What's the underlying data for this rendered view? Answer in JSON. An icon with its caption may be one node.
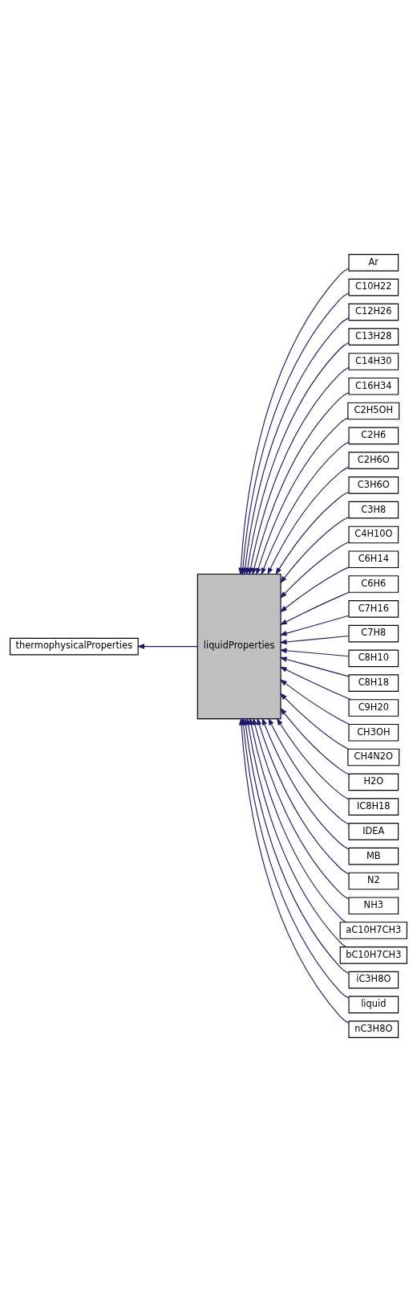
{
  "diagram": {
    "nodes": [
      {
        "text": [
          "thermophysicalProperties"
        ]
      },
      {
        "text": [
          "liquidProperties"
        ]
      },
      {
        "text": [
          "Ar"
        ]
      },
      {
        "text": [
          "C10H22"
        ]
      },
      {
        "text": [
          "C12H26"
        ]
      },
      {
        "text": [
          "C13H28"
        ]
      },
      {
        "text": [
          "C14H30"
        ]
      },
      {
        "text": [
          "C16H34"
        ]
      },
      {
        "text": [
          "C2H5OH"
        ]
      },
      {
        "text": [
          "C2H6"
        ]
      },
      {
        "text": [
          "C2H6O"
        ]
      },
      {
        "text": [
          "C3H6O"
        ]
      },
      {
        "text": [
          "C3H8"
        ]
      },
      {
        "text": [
          "C4H10O"
        ]
      },
      {
        "text": [
          "C6H14"
        ]
      },
      {
        "text": [
          "C6H6"
        ]
      },
      {
        "text": [
          "C7H16"
        ]
      },
      {
        "text": [
          "C7H8"
        ]
      },
      {
        "text": [
          "C8H10"
        ]
      },
      {
        "text": [
          "C8H18"
        ]
      },
      {
        "text": [
          "C9H20"
        ]
      },
      {
        "text": [
          "CH3OH"
        ]
      },
      {
        "text": [
          "CH4N2O"
        ]
      },
      {
        "text": [
          "H2O"
        ]
      },
      {
        "text": [
          "IC8H18"
        ]
      },
      {
        "text": [
          "IDEA"
        ]
      },
      {
        "text": [
          "MB"
        ]
      },
      {
        "text": [
          "N2"
        ]
      },
      {
        "text": [
          "NH3"
        ]
      },
      {
        "text": [
          "aC10H7CH3"
        ]
      },
      {
        "text": [
          "bC10H7CH3"
        ]
      },
      {
        "text": [
          "iC3H8O"
        ]
      },
      {
        "text": [
          "liquid"
        ]
      },
      {
        "text": [
          "nC3H8O"
        ]
      }
    ],
    "edges": [
      {
        "from": 1,
        "to": 0,
        "arrow": "to"
      },
      {
        "from": 2,
        "to": 1,
        "arrow": "to"
      },
      {
        "from": 3,
        "to": 1,
        "arrow": "to"
      },
      {
        "from": 4,
        "to": 1,
        "arrow": "to"
      },
      {
        "from": 5,
        "to": 1,
        "arrow": "to"
      },
      {
        "from": 6,
        "to": 1,
        "arrow": "to"
      },
      {
        "from": 7,
        "to": 1,
        "arrow": "to"
      },
      {
        "from": 8,
        "to": 1,
        "arrow": "to"
      },
      {
        "from": 9,
        "to": 1,
        "arrow": "to"
      },
      {
        "from": 10,
        "to": 1,
        "arrow": "to"
      },
      {
        "from": 11,
        "to": 1,
        "arrow": "to"
      },
      {
        "from": 12,
        "to": 1,
        "arrow": "to"
      },
      {
        "from": 13,
        "to": 1,
        "arrow": "to"
      },
      {
        "from": 14,
        "to": 1,
        "arrow": "to"
      },
      {
        "from": 15,
        "to": 1,
        "arrow": "to"
      },
      {
        "from": 16,
        "to": 1,
        "arrow": "to"
      },
      {
        "from": 17,
        "to": 1,
        "arrow": "to"
      },
      {
        "from": 18,
        "to": 1,
        "arrow": "to"
      },
      {
        "from": 19,
        "to": 1,
        "arrow": "to"
      },
      {
        "from": 20,
        "to": 1,
        "arrow": "to"
      },
      {
        "from": 21,
        "to": 1,
        "arrow": "to"
      },
      {
        "from": 22,
        "to": 1,
        "arrow": "to"
      },
      {
        "from": 23,
        "to": 1,
        "arrow": "to"
      },
      {
        "from": 24,
        "to": 1,
        "arrow": "to"
      },
      {
        "from": 25,
        "to": 1,
        "arrow": "to"
      },
      {
        "from": 26,
        "to": 1,
        "arrow": "to"
      },
      {
        "from": 27,
        "to": 1,
        "arrow": "to"
      },
      {
        "from": 28,
        "to": 1,
        "arrow": "to"
      },
      {
        "from": 29,
        "to": 1,
        "arrow": "to"
      },
      {
        "from": 30,
        "to": 1,
        "arrow": "to"
      },
      {
        "from": 31,
        "to": 1,
        "arrow": "to"
      },
      {
        "from": 32,
        "to": 1,
        "arrow": "to"
      },
      {
        "from": 33,
        "to": 1,
        "arrow": "to"
      }
    ]
  }
}
